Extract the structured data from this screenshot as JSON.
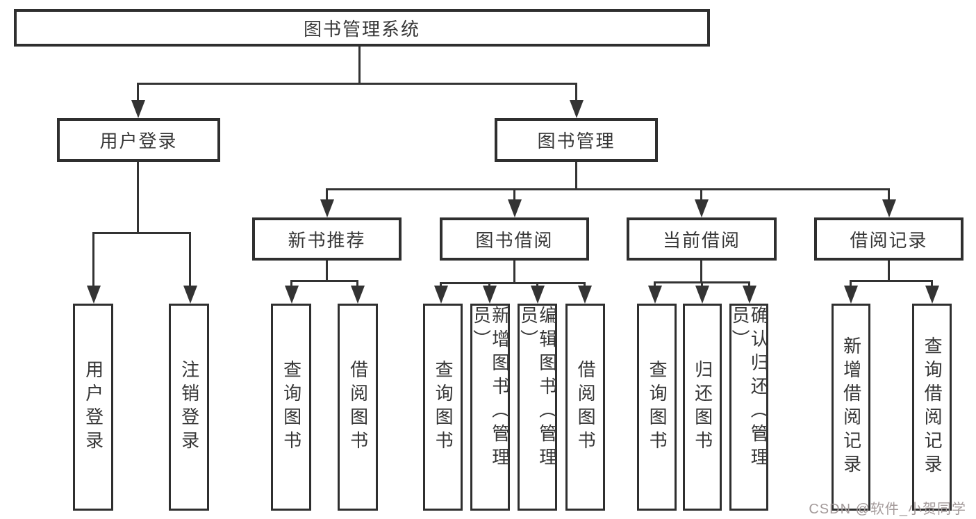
{
  "tree": {
    "root": "图书管理系统",
    "children": [
      {
        "label": "用户登录",
        "children": [
          "用户登录",
          "注销登录"
        ]
      },
      {
        "label": "图书管理",
        "children": [
          {
            "label": "新书推荐",
            "children": [
              "查询图书",
              "借阅图书"
            ]
          },
          {
            "label": "图书借阅",
            "children": [
              "查询图书",
              "新增图书（管理员）",
              "编辑图书（管理员）",
              "借阅图书"
            ]
          },
          {
            "label": "当前借阅",
            "children": [
              "查询图书",
              "归还图书",
              "确认归还（管理员）"
            ]
          },
          {
            "label": "借阅记录",
            "children": [
              "新增借阅记录",
              "查询借阅记录"
            ]
          }
        ]
      }
    ]
  },
  "watermark": "CSDN @软件_小贺同学",
  "colors": {
    "line": "#333333",
    "border": "#2f2f2f",
    "text": "#363636",
    "watermark": "#a39a9a",
    "background": "#ffffff"
  }
}
